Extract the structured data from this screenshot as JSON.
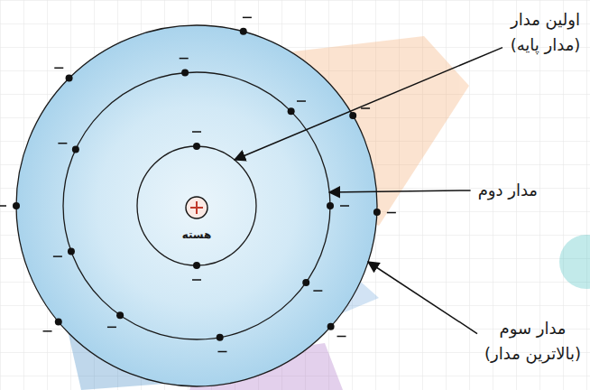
{
  "diagram": {
    "nodes": [
      {
        "text": [
          "هسته"
        ]
      }
    ],
    "labels": [
      "اولین مدار (مدار پایه)",
      "مدار دوم",
      "مدار سوم (بالاترین مدار)"
    ]
  }
}
